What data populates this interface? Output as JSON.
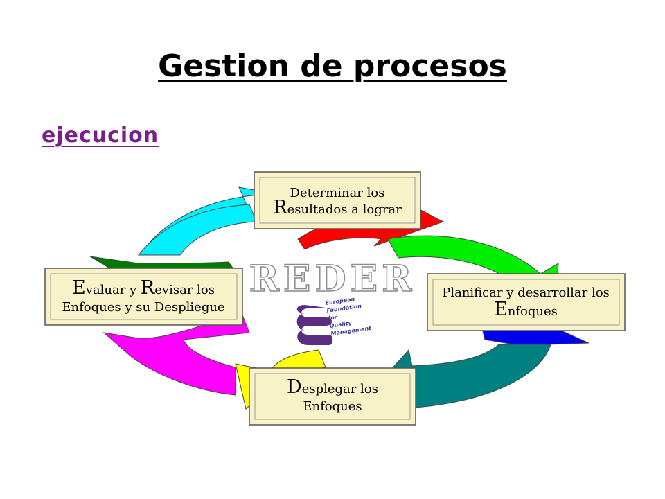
{
  "slide": {
    "title": "Gestion de procesos",
    "link_text": "ejecucion"
  },
  "diagram": {
    "center_label": "REDER",
    "logo_lines": [
      "European",
      "Foundation",
      "for",
      "Quality",
      "Management"
    ],
    "boxes": {
      "resultados": {
        "initial": "R",
        "line1": "Determinar los",
        "line2_rest": "esultados a lograr"
      },
      "enfoques": {
        "initial": "E",
        "line1": "Planificar y desarrollar los",
        "line2_rest": "nfoques"
      },
      "despliegue": {
        "initial": "D",
        "line1_rest": "esplegar los",
        "line2": "Enfoques"
      },
      "evaluacion": {
        "initial_e": "E",
        "line1_mid": "valuar y ",
        "initial_r": "R",
        "line1_rest": "evisar los",
        "line2": "Enfoques y su Despliegue"
      }
    },
    "colors": {
      "arrow_red": "#ff0000",
      "arrow_green": "#00ee00",
      "arrow_blue": "#0000ee",
      "arrow_teal": "#008080",
      "arrow_yellow": "#ffff00",
      "arrow_magenta": "#ff00ff",
      "arrow_darkgreen": "#007a00",
      "arrow_cyan": "#00f0ff",
      "box_fill": "#f7f2c8",
      "link": "#7a1f8a"
    }
  }
}
